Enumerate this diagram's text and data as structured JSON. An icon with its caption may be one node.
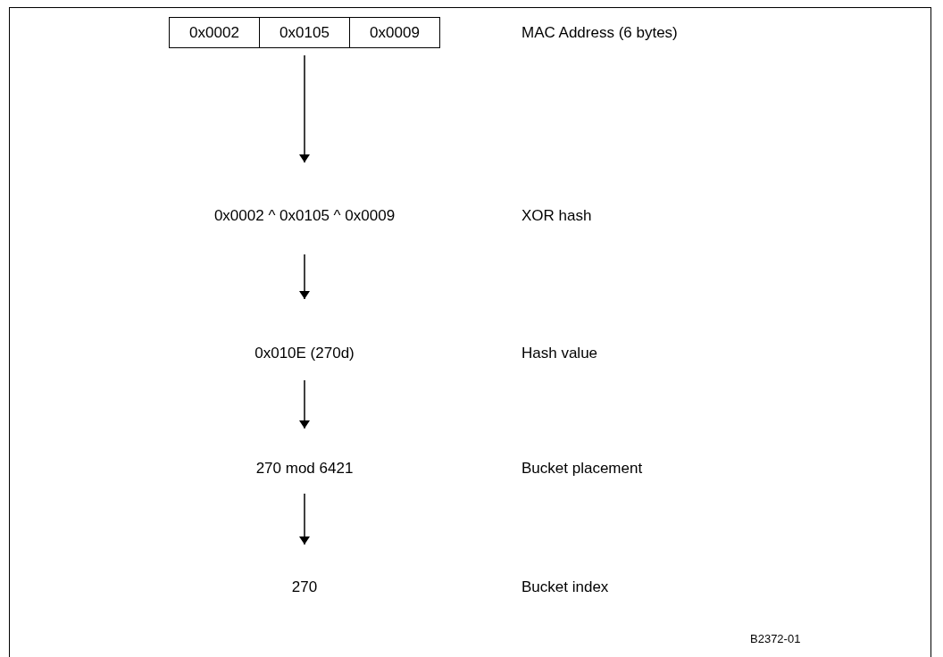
{
  "diagram": {
    "nodes": [
      {
        "text": [],
        "shape": "box"
      },
      {
        "text": [
          "0x0002"
        ],
        "in": 0
      },
      {
        "text": [
          "0x0105"
        ],
        "in": 0
      },
      {
        "text": [
          "0x0009"
        ],
        "in": 0
      },
      {
        "text": [
          "0x0002 ^ 0x0105 ^ 0x0009"
        ]
      },
      {
        "text": [
          "0x010E (270d)"
        ]
      },
      {
        "text": [
          "270 mod 6421"
        ]
      },
      {
        "text": [
          "270"
        ]
      }
    ],
    "edges": [
      {
        "from": 0,
        "to": 4,
        "arrow": "to"
      },
      {
        "from": 4,
        "to": 5,
        "arrow": "to"
      },
      {
        "from": 5,
        "to": 6,
        "arrow": "to"
      },
      {
        "from": 6,
        "to": 7,
        "arrow": "to"
      }
    ],
    "labels": [
      "MAC Address (6 bytes)",
      "XOR hash",
      "Hash value",
      "Bucket placement",
      "Bucket index",
      "B2372-01"
    ]
  }
}
